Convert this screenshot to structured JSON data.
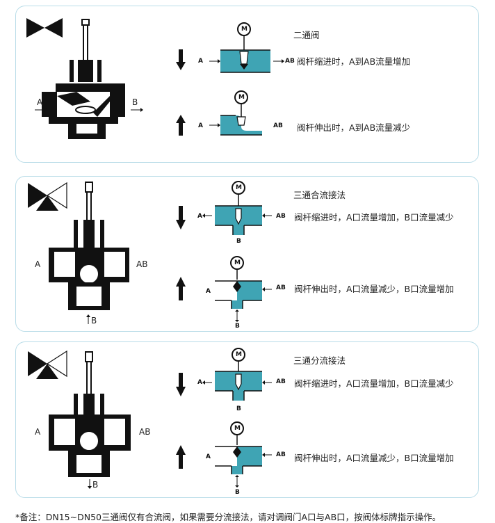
{
  "sections": [
    {
      "title": "二通阀",
      "valve_labels": {
        "left": "A",
        "right": "B",
        "bottom": ""
      },
      "rows": [
        {
          "left_port": "A",
          "right_port": "AB",
          "bottom_port": "",
          "description": "阀杆缩进时，A到AB流量增加"
        },
        {
          "left_port": "A",
          "right_port": "AB",
          "bottom_port": "",
          "description": "阀杆伸出时，A到AB流量减少"
        }
      ]
    },
    {
      "title": "三通合流接法",
      "valve_labels": {
        "left": "A",
        "right": "AB",
        "bottom": "B"
      },
      "rows": [
        {
          "left_port": "A",
          "right_port": "AB",
          "bottom_port": "B",
          "description": "阀杆缩进时，A口流量增加，B口流量减少"
        },
        {
          "left_port": "A",
          "right_port": "AB",
          "bottom_port": "B",
          "description": "阀杆伸出时，A口流量减少，B口流量增加"
        }
      ]
    },
    {
      "title": "三通分流接法",
      "valve_labels": {
        "left": "A",
        "right": "AB",
        "bottom": "B"
      },
      "rows": [
        {
          "left_port": "A",
          "right_port": "AB",
          "bottom_port": "B",
          "description": "阀杆缩进时，A口流量增加，B口流量减少"
        },
        {
          "left_port": "A",
          "right_port": "AB",
          "bottom_port": "B",
          "description": "阀杆伸出时，A口流量减少，B口流量增加"
        }
      ]
    }
  ],
  "motor_symbol": "M",
  "note": "*备注：DN15~DN50三通阀仅有合流阀，如果需要分流接法，请对调阀门A口与AB口，按阀体标牌指示操作。",
  "colors": {
    "pipe": "#3fa4b4",
    "panel_border": "#b8dce8",
    "body": "#111111"
  }
}
